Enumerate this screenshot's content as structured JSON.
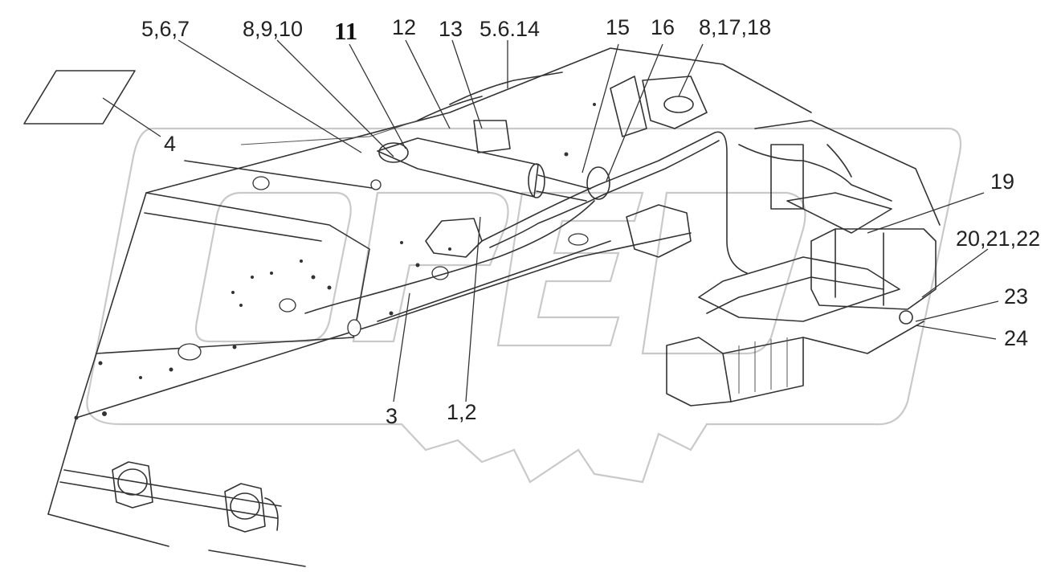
{
  "diagram": {
    "labels": [
      {
        "id": "l1",
        "text": "5,6,7"
      },
      {
        "id": "l2",
        "text": "8,9,10"
      },
      {
        "id": "l3",
        "text": "11"
      },
      {
        "id": "l4",
        "text": "12"
      },
      {
        "id": "l5",
        "text": "13"
      },
      {
        "id": "l6",
        "text": "5.6.14"
      },
      {
        "id": "l7",
        "text": "15"
      },
      {
        "id": "l8",
        "text": "16"
      },
      {
        "id": "l9",
        "text": "8,17,18"
      },
      {
        "id": "l10",
        "text": "4"
      },
      {
        "id": "l11",
        "text": "19"
      },
      {
        "id": "l12",
        "text": "20,21,22"
      },
      {
        "id": "l13",
        "text": "23"
      },
      {
        "id": "l14",
        "text": "24"
      },
      {
        "id": "l15",
        "text": "3"
      },
      {
        "id": "l16",
        "text": "1,2"
      }
    ]
  }
}
